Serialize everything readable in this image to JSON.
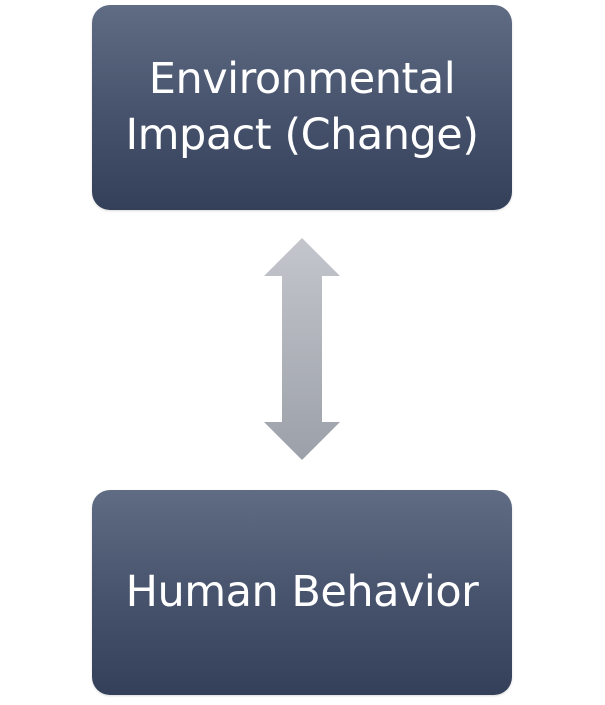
{
  "diagram": {
    "top_box": {
      "line1": "Environmental",
      "line2": "Impact (Change)"
    },
    "bottom_box": {
      "label": "Human Behavior"
    },
    "connector": {
      "icon": "double-headed-vertical-arrow",
      "color_light": "#c3c6cc",
      "color_dark": "#9ca0a8"
    },
    "box_colors": {
      "top": "#5f6c84",
      "bottom": "#34405a"
    }
  }
}
